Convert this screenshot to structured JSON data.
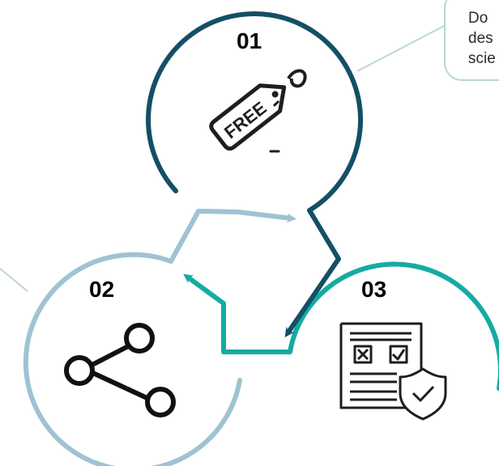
{
  "colors": {
    "step1": "#144f66",
    "step2": "#9ec3d3",
    "step3": "#15aba2",
    "callout_border": "#b9d8d3",
    "icon": "#1e1e1e"
  },
  "steps": [
    {
      "number": "01",
      "icon": "free-tag-icon"
    },
    {
      "number": "02",
      "icon": "share-icon"
    },
    {
      "number": "03",
      "icon": "verified-checklist-icon"
    }
  ],
  "callout": {
    "lines": [
      "Do",
      "des",
      "scie"
    ]
  }
}
